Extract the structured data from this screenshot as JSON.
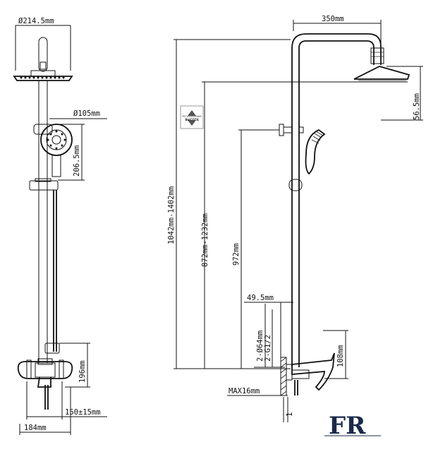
{
  "left_view": {
    "dim_head_diameter": "Ø214.5mm",
    "dim_hand_diameter": "Ø105mm",
    "dim_hand_height": "206.5mm",
    "dim_mixer_height": "196mm",
    "dim_mixer_spacing": "150±15mm",
    "dim_mixer_width": "184mm"
  },
  "right_view": {
    "dim_arm_length": "350mm",
    "dim_head_height": "56.5mm",
    "dim_total_height": "1042mm-1402mm",
    "dim_adjustable_height": "872mm-1232mm",
    "dim_holder_height": "972mm",
    "dim_offset": "49.5mm",
    "dim_flange": "2-Ø64mm",
    "dim_thread": "2-G1/2",
    "dim_mixer_height": "108mm",
    "dim_max": "MAX16mm",
    "dim_one": "1",
    "badge_line1": "РЕГУЛИРУЕМАЯ",
    "badge_line2": "ВЫСОТА"
  },
  "brand": {
    "logo_text": "FR"
  }
}
